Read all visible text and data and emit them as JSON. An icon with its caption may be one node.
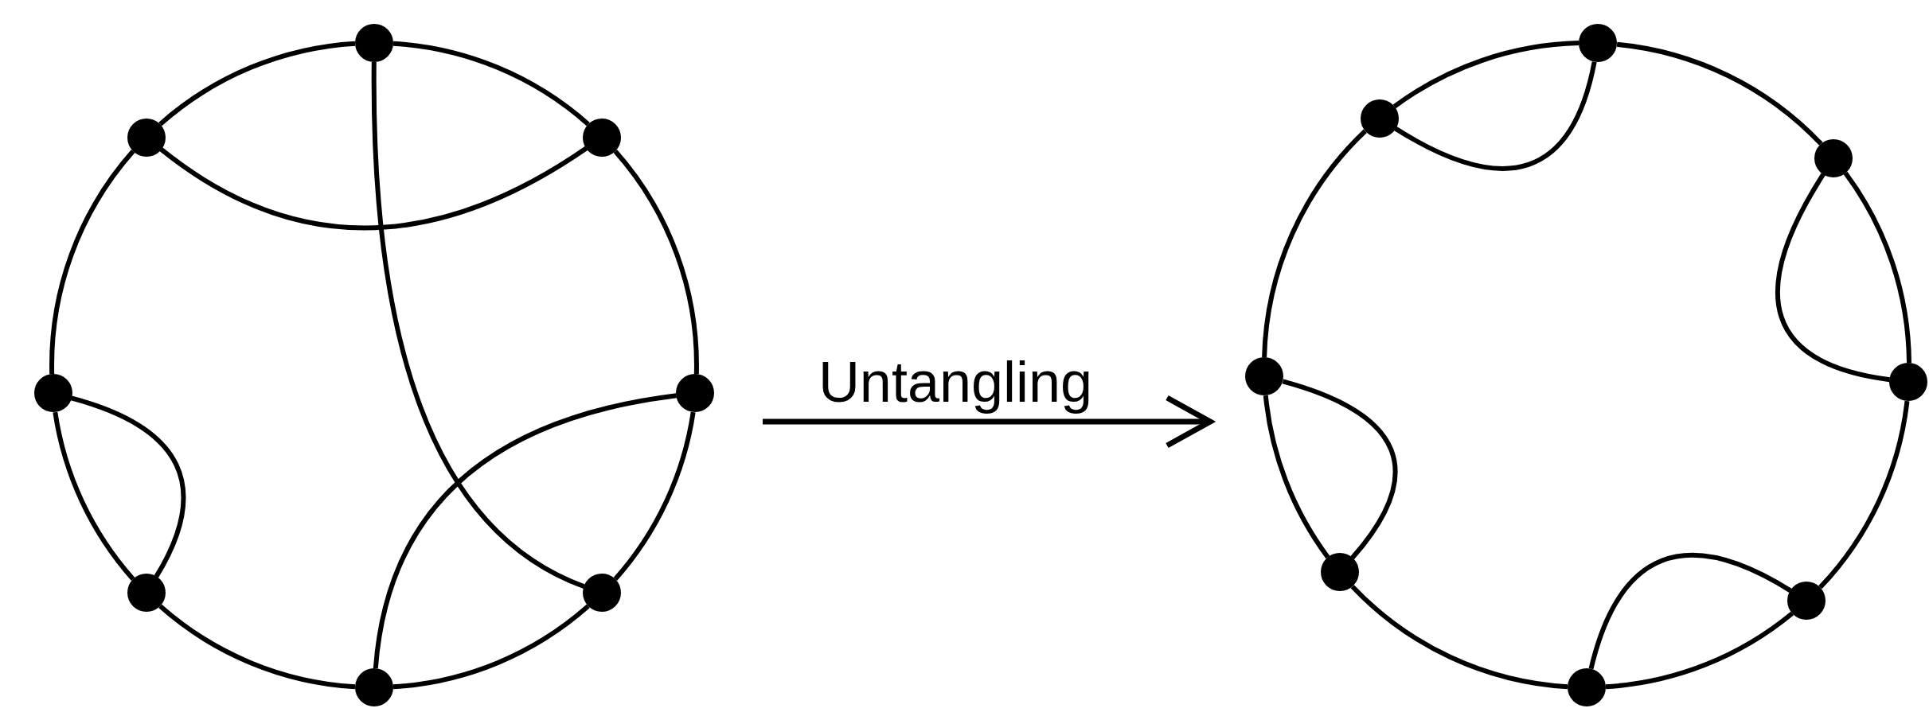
{
  "diagram": {
    "nodes": [
      {
        "text": [],
        "shape": "circle"
      },
      {
        "text": [],
        "shape": "circle"
      },
      {
        "text": [],
        "shape": "circle"
      },
      {
        "text": [],
        "shape": "circle"
      },
      {
        "text": [],
        "shape": "circle"
      },
      {
        "text": [],
        "shape": "circle"
      },
      {
        "text": [],
        "shape": "circle"
      },
      {
        "text": [],
        "shape": "circle"
      },
      {
        "text": [],
        "shape": "circle"
      },
      {
        "text": [],
        "shape": "circle"
      },
      {
        "text": [],
        "shape": "circle"
      },
      {
        "text": [],
        "shape": "circle"
      },
      {
        "text": [],
        "shape": "circle"
      },
      {
        "text": [],
        "shape": "circle"
      },
      {
        "text": [],
        "shape": "circle"
      },
      {
        "text": [],
        "shape": "circle"
      }
    ],
    "edges": [
      {
        "from": 0,
        "to": 1,
        "arrow": "none"
      },
      {
        "from": 1,
        "to": 2,
        "arrow": "none"
      },
      {
        "from": 2,
        "to": 3,
        "arrow": "none"
      },
      {
        "from": 3,
        "to": 4,
        "arrow": "none"
      },
      {
        "from": 4,
        "to": 5,
        "arrow": "none"
      },
      {
        "from": 5,
        "to": 6,
        "arrow": "none"
      },
      {
        "from": 6,
        "to": 7,
        "arrow": "none"
      },
      {
        "from": 7,
        "to": 0,
        "arrow": "none"
      },
      {
        "from": 7,
        "to": 1,
        "arrow": "none"
      },
      {
        "from": 0,
        "to": 3,
        "arrow": "none"
      },
      {
        "from": 2,
        "to": 4,
        "arrow": "none"
      },
      {
        "from": 6,
        "to": 5,
        "arrow": "none"
      },
      {
        "from": 8,
        "to": 9,
        "arrow": "none"
      },
      {
        "from": 9,
        "to": 10,
        "arrow": "none"
      },
      {
        "from": 10,
        "to": 11,
        "arrow": "none"
      },
      {
        "from": 11,
        "to": 12,
        "arrow": "none"
      },
      {
        "from": 12,
        "to": 13,
        "arrow": "none"
      },
      {
        "from": 13,
        "to": 14,
        "arrow": "none"
      },
      {
        "from": 14,
        "to": 15,
        "arrow": "none"
      },
      {
        "from": 15,
        "to": 8,
        "arrow": "none"
      },
      {
        "from": 15,
        "to": 8,
        "arrow": "none"
      },
      {
        "from": 9,
        "to": 10,
        "arrow": "none"
      },
      {
        "from": 11,
        "to": 12,
        "arrow": "none"
      },
      {
        "from": 14,
        "to": 13,
        "arrow": "none"
      }
    ],
    "labels": [
      "Untangling"
    ]
  }
}
